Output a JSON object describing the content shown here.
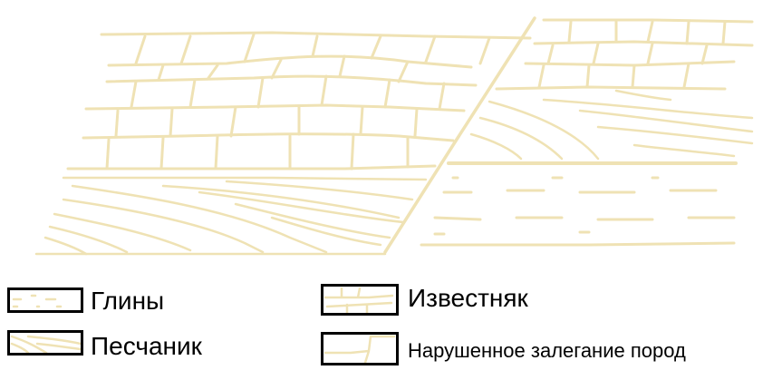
{
  "colors": {
    "rock_line": "#efe2b4",
    "legend_border": "#000000",
    "text": "#000000"
  },
  "legend": [
    {
      "key": "clay",
      "label": "Глины"
    },
    {
      "key": "sandstone",
      "label": "Песчаник"
    },
    {
      "key": "limestone",
      "label": "Известняк"
    },
    {
      "key": "disturbed",
      "label": "Нарушенное залегание пород"
    }
  ]
}
